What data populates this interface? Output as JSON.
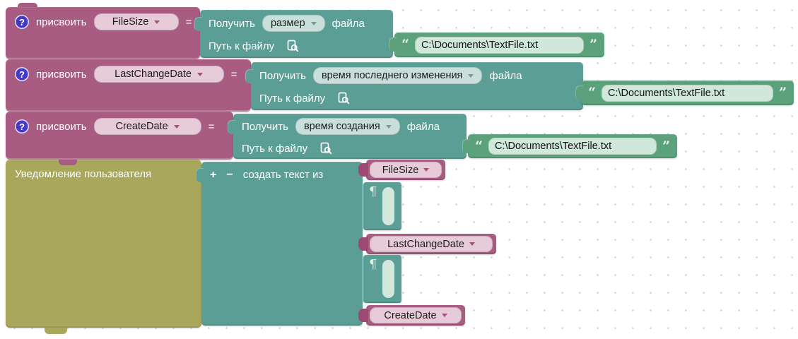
{
  "ui": {
    "help": "?"
  },
  "colors": {
    "assign_block": "#a85c82",
    "getter_block": "#5b9e96",
    "string_block": "#5ba17c",
    "notify_block": "#a9a75c",
    "variable_plug": "#9c4a71",
    "help_icon_bg": "#4639c8",
    "field_pink": "#e8cbd9",
    "field_teal": "#c9dfdb",
    "field_green": "#cfe8d9"
  },
  "rows": [
    {
      "keyword": "присвоить",
      "variable": "FileSize",
      "eq": "=",
      "get": "Получить",
      "prop": "размер",
      "of_file": "файла",
      "path_label": "Путь к файлу",
      "quote_open": "“",
      "quote_close": "”",
      "path": "C:\\Documents\\TextFile.txt"
    },
    {
      "keyword": "присвоить",
      "variable": "LastChangeDate",
      "eq": "=",
      "get": "Получить",
      "prop": "время последнего изменения",
      "of_file": "файла",
      "path_label": "Путь к файлу",
      "quote_open": "“",
      "quote_close": "”",
      "path": "C:\\Documents\\TextFile.txt"
    },
    {
      "keyword": "присвоить",
      "variable": "CreateDate",
      "eq": "=",
      "get": "Получить",
      "prop": "время создания",
      "of_file": "файла",
      "path_label": "Путь к файлу",
      "quote_open": "“",
      "quote_close": "”",
      "path": "C:\\Documents\\TextFile.txt"
    }
  ],
  "notify": {
    "label": "Уведомление пользователя",
    "plus": "+",
    "minus": "−",
    "join_label": "создать текст из",
    "pilcrow": "¶",
    "items": [
      "FileSize",
      "LastChangeDate",
      "CreateDate"
    ]
  }
}
